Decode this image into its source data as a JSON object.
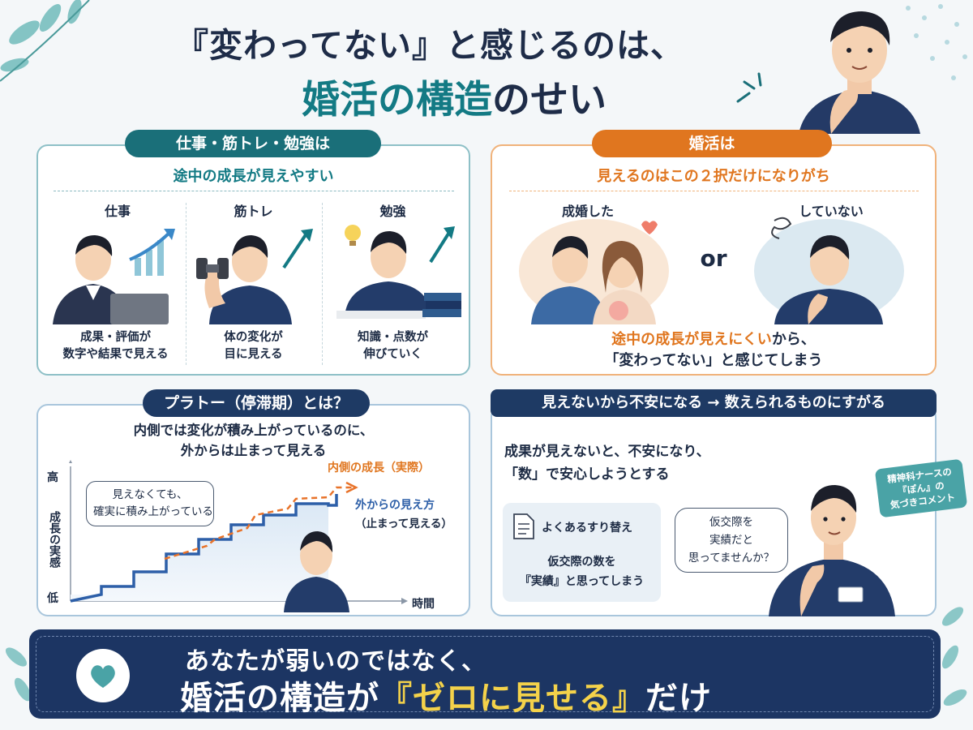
{
  "header": {
    "line1": "『変わってない』と感じるのは、",
    "line2_accent": "婚活の構造",
    "line2_rest": "のせい"
  },
  "panel_left_top": {
    "tag": "仕事・筋トレ・勉強は",
    "subtitle": "途中の成長が見えやすい",
    "columns": [
      {
        "label": "仕事",
        "caption_l1": "成果・評価が",
        "caption_l2": "数字や結果で見える"
      },
      {
        "label": "筋トレ",
        "caption_l1": "体の変化が",
        "caption_l2": "目に見える"
      },
      {
        "label": "勉強",
        "caption_l1": "知識・点数が",
        "caption_l2": "伸びていく"
      }
    ]
  },
  "panel_right_top": {
    "tag": "婚活は",
    "subtitle": "見えるのはこの２択だけになりがち",
    "option_a": "成婚した",
    "option_b": "していない",
    "or": "or",
    "bottom_l1_accent": "途中の成長が見えにくい",
    "bottom_l1_rest": "から、",
    "bottom_l2": "「変わってない」と感じてしまう"
  },
  "panel_left_bottom": {
    "tag": "プラトー（停滞期）とは？",
    "desc_l1": "内側では変化が積み上がっているのに、",
    "desc_l2": "外からは止まって見える",
    "bubble_l1": "見えなくても、",
    "bubble_l2": "確実に積み上がっている",
    "y_high": "高",
    "y_low": "低",
    "y_label": "成長の実感",
    "x_label": "時間",
    "inner_label": "内側の成長（実際）",
    "outer_label_l1": "外からの見え方",
    "outer_label_l2": "（止まって見える）"
  },
  "panel_right_bottom": {
    "tag": "見えないから不安になる → 数えられるものにすがる",
    "desc_l1": "成果が見えないと、不安になり、",
    "desc_l2": "「数」で安心しようとする",
    "card_title": "よくあるすり替え",
    "card_l1": "仮交際の数を",
    "card_l2": "『実績』と思ってしまう",
    "bubble_l1": "仮交際を",
    "bubble_l2": "実績だと",
    "bubble_l3": "思ってませんか？",
    "stamp_l1": "精神科ナースの",
    "stamp_l2": "『ぽん』の",
    "stamp_l3": "気づきコメント"
  },
  "banner": {
    "line1": "あなたが弱いのではなく、",
    "line2_pre": "婚活の構造が",
    "line2_accent": "『ゼロに見せる』",
    "line2_post": "だけ"
  },
  "chart_data": {
    "type": "line",
    "title": "",
    "xlabel": "時間",
    "ylabel": "成長の実感",
    "series": [
      {
        "name": "内側の成長（実際）",
        "style": "dashed",
        "color": "#e8732a"
      },
      {
        "name": "外からの見え方（止まって見える）",
        "style": "stepped",
        "color": "#2d5fa8"
      }
    ]
  },
  "colors": {
    "navy": "#1c3563",
    "teal": "#1a6f79",
    "orange": "#e0761f",
    "yellow": "#f4d24a"
  }
}
